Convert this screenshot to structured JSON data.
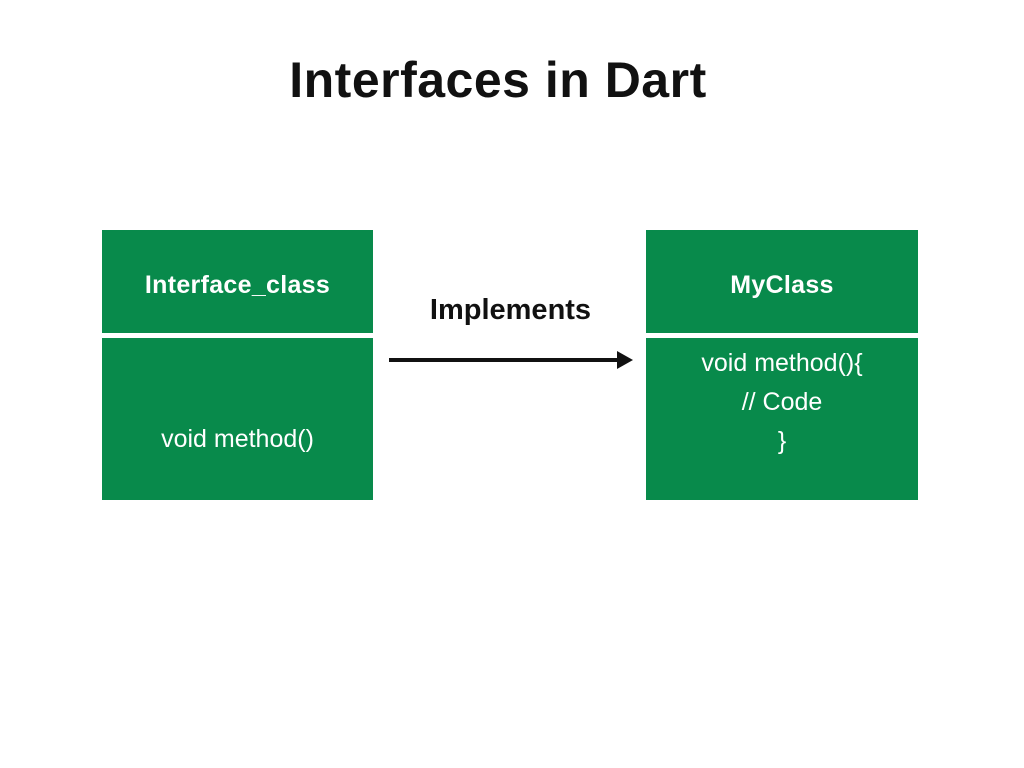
{
  "title": "Interfaces in Dart",
  "colors": {
    "background": "#FFFFFF",
    "box_green": "#088A4B",
    "text_dark": "#111111",
    "text_on_green": "#FFFFFF",
    "arrow": "#111111"
  },
  "interface_box": {
    "name": "Interface_class",
    "body_lines": [
      "void method()"
    ]
  },
  "implementing_box": {
    "name": "MyClass",
    "body_lines": [
      "void method(){",
      "// Code",
      "}"
    ]
  },
  "relation": {
    "label": "Implements",
    "direction": "left-to-right"
  }
}
